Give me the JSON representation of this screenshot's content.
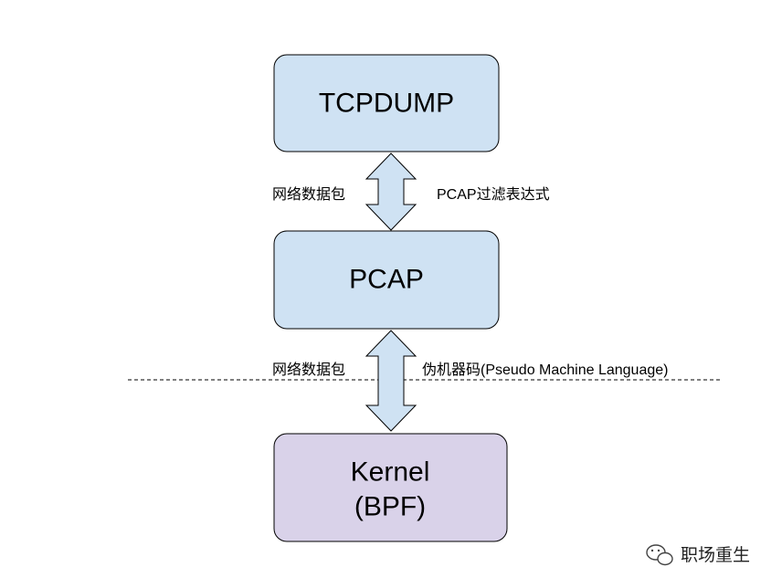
{
  "boxes": {
    "tcpdump": {
      "label": "TCPDUMP"
    },
    "pcap": {
      "label": "PCAP"
    },
    "kernel": {
      "line1": "Kernel",
      "line2": "(BPF)"
    }
  },
  "links": {
    "upper": {
      "left_label": "网络数据包",
      "right_label": "PCAP过滤表达式"
    },
    "lower": {
      "left_label": "网络数据包",
      "right_label": "伪机器码(Pseudo Machine Language)"
    }
  },
  "watermark": {
    "text": "职场重生",
    "icon": "wechat-icon"
  },
  "colors": {
    "blue_box": "#cfe2f3",
    "purple_box": "#d9d2e9",
    "arrow_fill": "#cfe2f3",
    "stroke": "#000000"
  }
}
